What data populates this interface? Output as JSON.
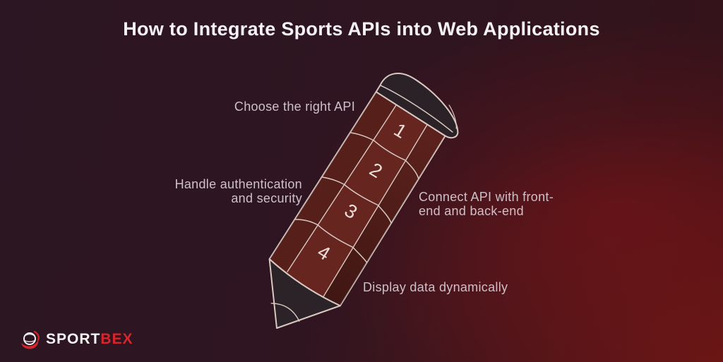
{
  "title": "How to Integrate Sports APIs into Web Applications",
  "steps": [
    {
      "number": "1",
      "lines": [
        "Choose the right API"
      ]
    },
    {
      "number": "2",
      "lines": [
        "Handle authentication",
        "and security"
      ]
    },
    {
      "number": "3",
      "lines": [
        "Connect API with front-",
        "end and back-end"
      ]
    },
    {
      "number": "4",
      "lines": [
        "Display data dynamically"
      ]
    }
  ],
  "logo": {
    "brand_primary": "SPORT",
    "brand_secondary": "BEX"
  },
  "colors": {
    "background_purple": "#2c1623",
    "background_red_glow": "#501012",
    "pencil_body": "#67251f",
    "pencil_dark": "#2b2228",
    "outline": "#d8c8c2",
    "label_text": "#cdc0c8",
    "title_text": "#f6f2f5",
    "accent_red": "#d6252b"
  }
}
